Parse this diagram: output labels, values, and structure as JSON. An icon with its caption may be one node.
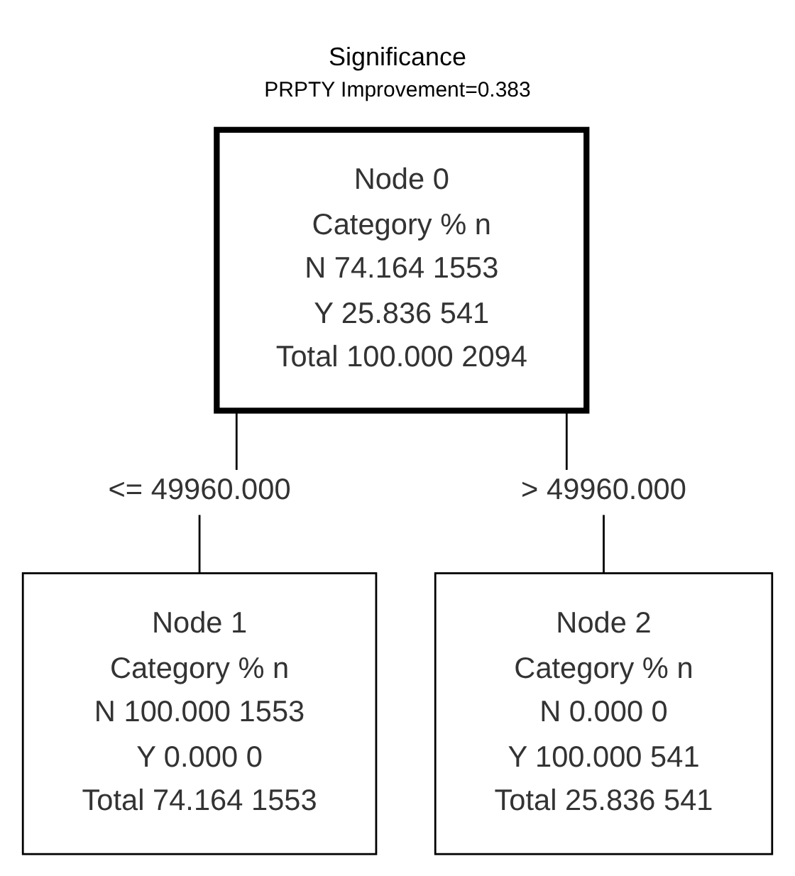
{
  "diagram": {
    "title": "Significance",
    "nodes": [
      {
        "text": [
          "Node 0",
          "Category % n",
          "N 74.164 1553",
          "Y 25.836 541",
          "Total 100.000 2094"
        ]
      },
      {
        "text": [
          "Node 1",
          "Category % n",
          "N 100.000 1553",
          "Y 0.000 0",
          "Total 74.164 1553"
        ]
      },
      {
        "text": [
          "Node 2",
          "Category % n",
          "N 0.000 0",
          "Y 100.000 541",
          "Total 25.836 541"
        ]
      }
    ],
    "edges": [
      {
        "from": 0,
        "to": 1,
        "arrow": "none",
        "label": "<= 49960.000"
      },
      {
        "from": 0,
        "to": 2,
        "arrow": "none",
        "label": "> 49960.000"
      }
    ],
    "labels": [
      "PRPTY Improvement=0.383"
    ]
  }
}
